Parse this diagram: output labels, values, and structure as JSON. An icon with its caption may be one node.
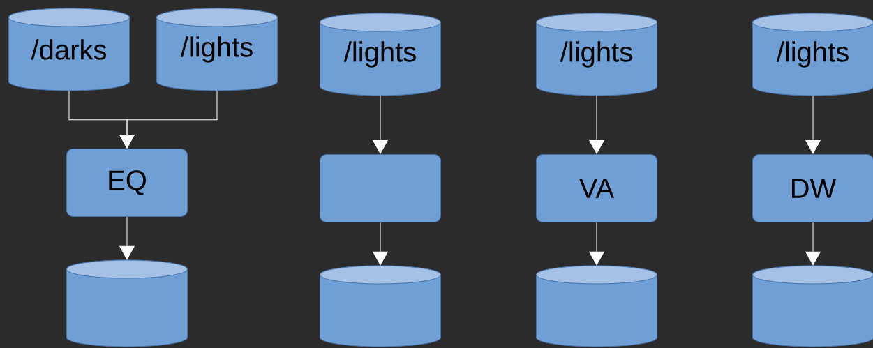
{
  "diagram": {
    "nodes": [
      {
        "text": [
          "/darks"
        ]
      },
      {
        "text": [
          "/lights"
        ]
      },
      {
        "text": [
          "EQ"
        ]
      },
      {
        "text": [],
        "shape": "cylinder"
      },
      {
        "text": [
          "/lights"
        ]
      },
      {
        "text": [],
        "shape": "box"
      },
      {
        "text": [],
        "shape": "cylinder"
      },
      {
        "text": [
          "/lights"
        ]
      },
      {
        "text": [
          "VA"
        ]
      },
      {
        "text": [],
        "shape": "cylinder"
      },
      {
        "text": [
          "/lights"
        ]
      },
      {
        "text": [
          "DW"
        ]
      },
      {
        "text": [],
        "shape": "cylinder"
      }
    ],
    "edges": [
      {
        "from": 0,
        "to": 2,
        "arrow": "to"
      },
      {
        "from": 1,
        "to": 2,
        "arrow": "to"
      },
      {
        "from": 2,
        "to": 3,
        "arrow": "to"
      },
      {
        "from": 4,
        "to": 5,
        "arrow": "to"
      },
      {
        "from": 5,
        "to": 6,
        "arrow": "to"
      },
      {
        "from": 7,
        "to": 8,
        "arrow": "to"
      },
      {
        "from": 8,
        "to": 9,
        "arrow": "to"
      },
      {
        "from": 10,
        "to": 11,
        "arrow": "to"
      },
      {
        "from": 11,
        "to": 12,
        "arrow": "to"
      }
    ]
  }
}
